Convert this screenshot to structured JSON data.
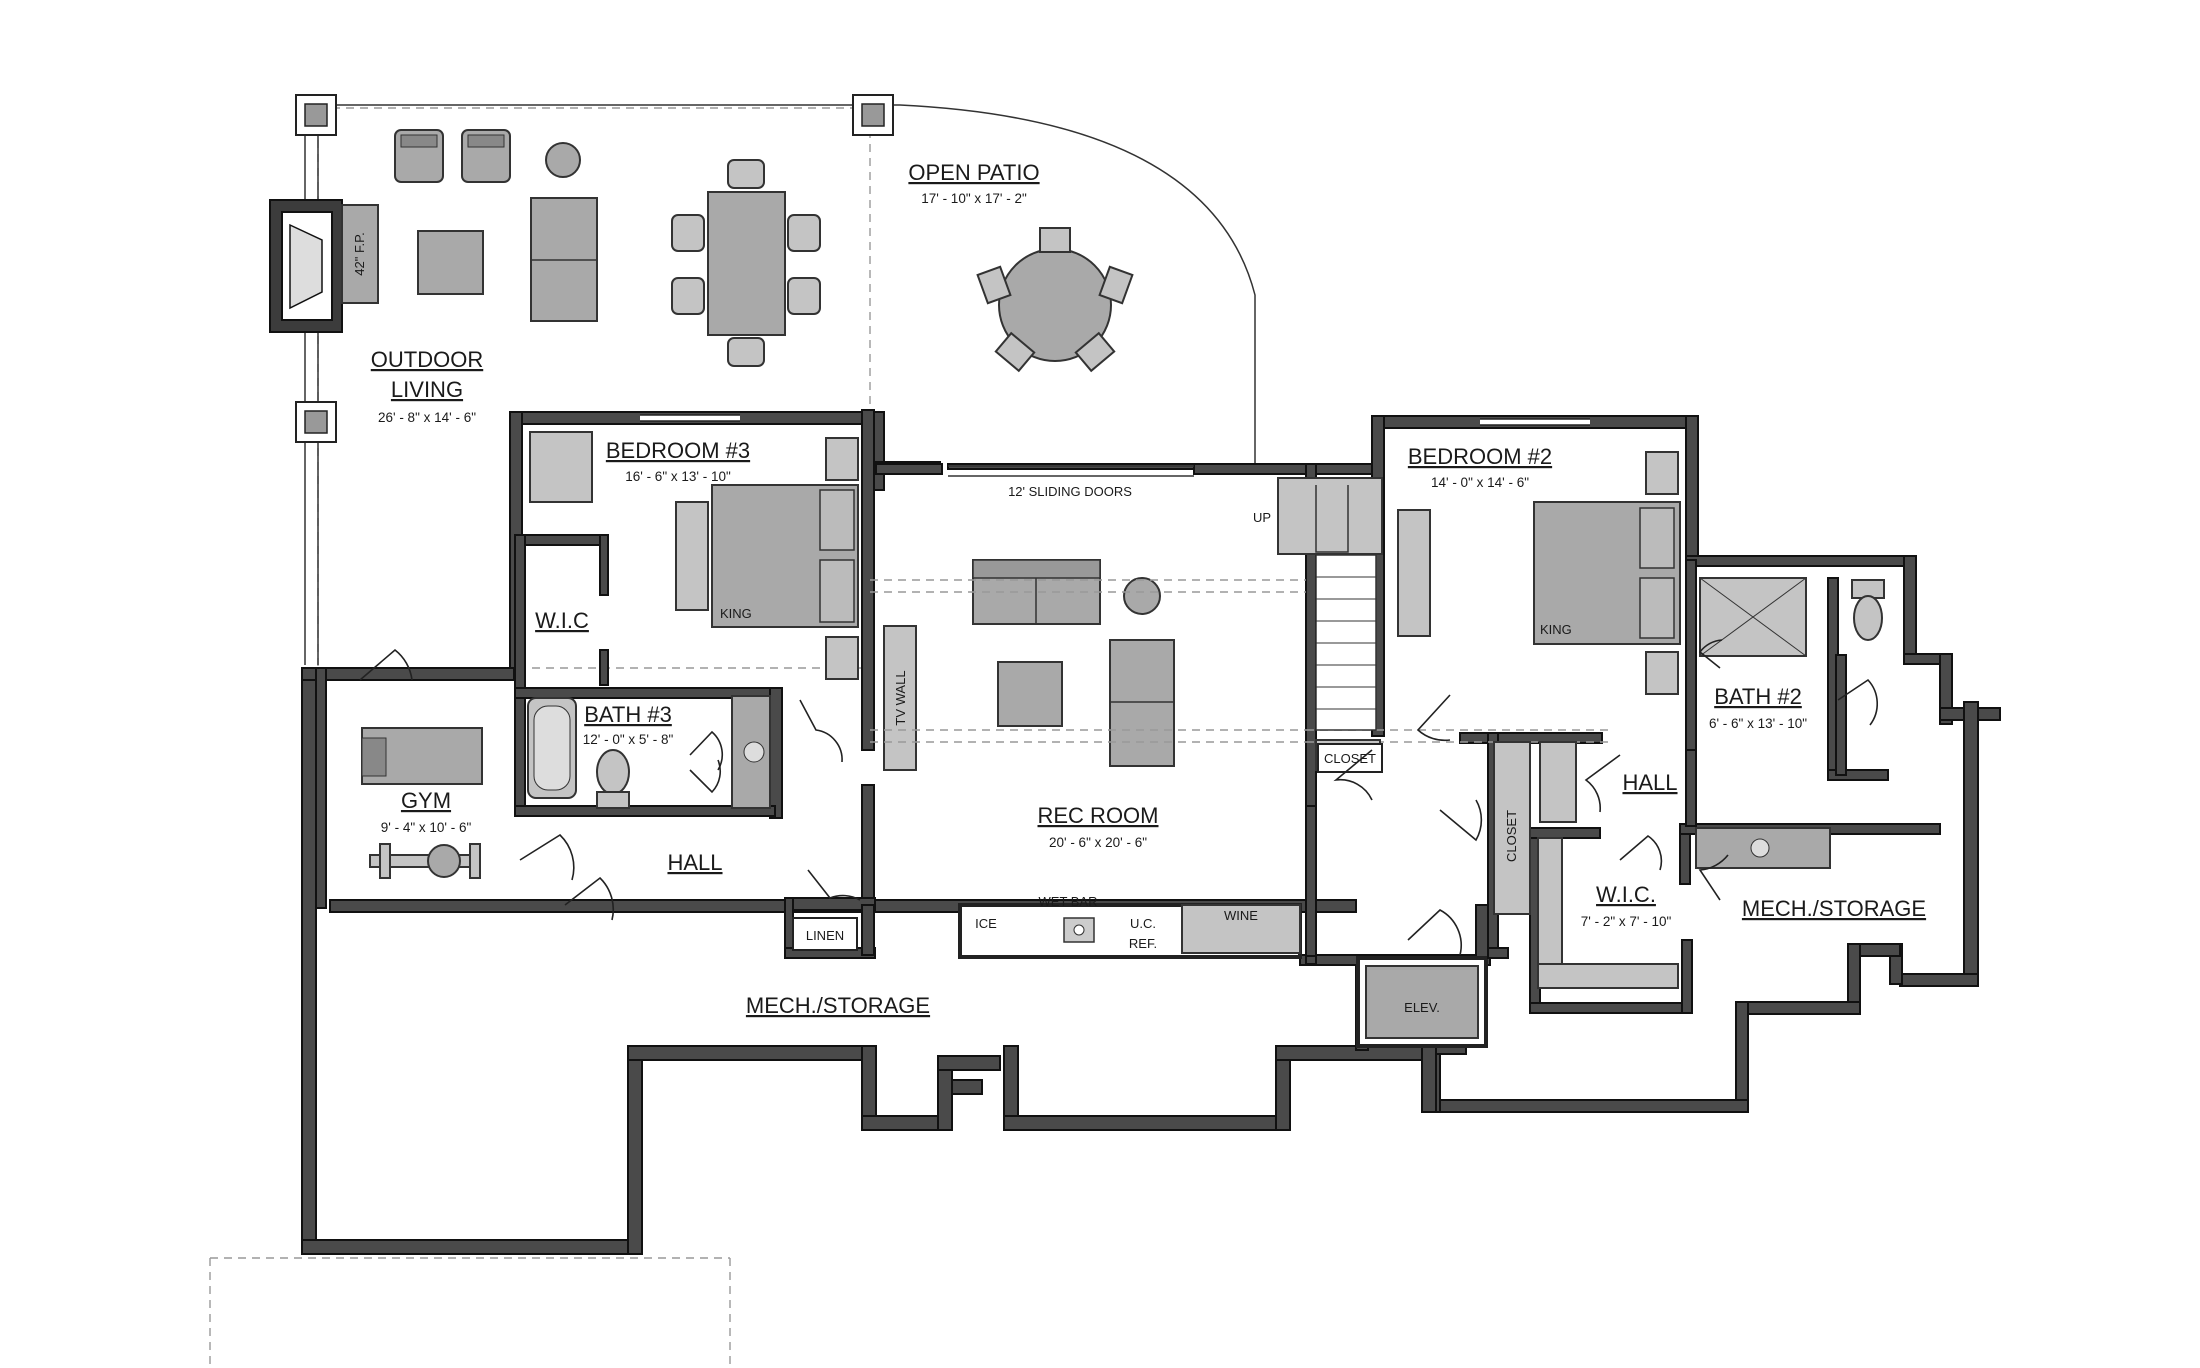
{
  "rooms": {
    "outdoor_living": {
      "name_line1": "OUTDOOR",
      "name_line2": "LIVING",
      "dim": "26' - 8\" x 14' - 6\""
    },
    "open_patio": {
      "name": "OPEN PATIO",
      "dim": "17' - 10\" x 17' - 2\""
    },
    "bedroom3": {
      "name": "BEDROOM #3",
      "dim": "16' - 6\" x 13' - 10\""
    },
    "bedroom2": {
      "name": "BEDROOM #2",
      "dim": "14' - 0\" x 14' - 6\""
    },
    "wic3": {
      "name": "W.I.C"
    },
    "bath3": {
      "name": "BATH #3",
      "dim": "12' - 0\" x 5' - 8\""
    },
    "gym": {
      "name": "GYM",
      "dim": "9' - 4\" x 10' - 6\""
    },
    "hall1": {
      "name": "HALL"
    },
    "rec_room": {
      "name": "REC ROOM",
      "dim": "20' - 6\" x 20' - 6\""
    },
    "bath2": {
      "name": "BATH #2",
      "dim": "6' - 6\" x 13' - 10\""
    },
    "hall2": {
      "name": "HALL"
    },
    "wic2": {
      "name": "W.I.C.",
      "dim": "7' - 2\" x 7' - 10\""
    },
    "mech_storage1": {
      "name": "MECH./STORAGE"
    },
    "mech_storage2": {
      "name": "MECH./STORAGE"
    }
  },
  "labels": {
    "fireplace": "42\" F.P.",
    "sliding_doors": "12' SLIDING DOORS",
    "tv_wall": "TV WALL",
    "up": "UP",
    "closet1": "CLOSET",
    "closet2": "CLOSET",
    "wet_bar": "WET BAR",
    "ice": "ICE",
    "uc": "U.C.",
    "ref": "REF.",
    "wine": "WINE",
    "linen": "LINEN",
    "elev": "ELEV.",
    "king1": "KING",
    "king2": "KING"
  },
  "colors": {
    "wall": "#4a4a4a",
    "furniture": "#a9a9a9",
    "background": "#ffffff"
  }
}
